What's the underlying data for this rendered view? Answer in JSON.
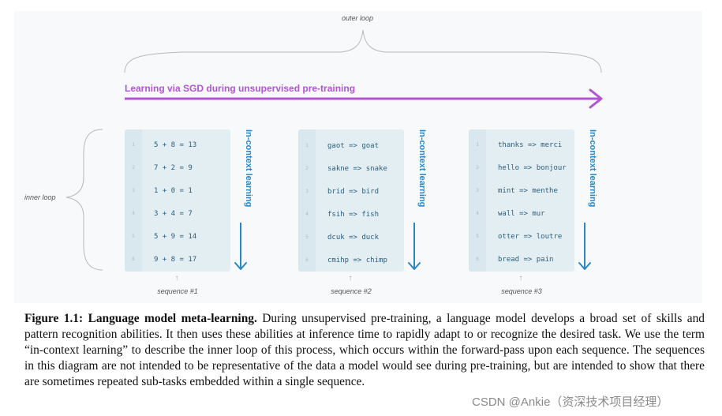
{
  "figure": {
    "outer_loop_label": "outer loop",
    "inner_loop_label": "inner loop",
    "sgd_label": "Learning via SGD during unsupervised pre-training",
    "icl_label": "In-context learning",
    "sgd_color": "#b155d3",
    "icl_color": "#2a86c5",
    "sequences": [
      {
        "label": "sequence #1",
        "rows": [
          {
            "num": "1",
            "text": "5 + 8 = 13"
          },
          {
            "num": "2",
            "text": "7 + 2 = 9"
          },
          {
            "num": "3",
            "text": "1 + 0 = 1"
          },
          {
            "num": "4",
            "text": "3 + 4 = 7"
          },
          {
            "num": "5",
            "text": "5 + 9 = 14"
          },
          {
            "num": "6",
            "text": "9 + 8 = 17"
          }
        ]
      },
      {
        "label": "sequence #2",
        "rows": [
          {
            "num": "1",
            "text": "gaot => goat"
          },
          {
            "num": "2",
            "text": "sakne => snake"
          },
          {
            "num": "3",
            "text": "brid => bird"
          },
          {
            "num": "4",
            "text": "fsih => fish"
          },
          {
            "num": "5",
            "text": "dcuk => duck"
          },
          {
            "num": "6",
            "text": "cmihp => chimp"
          }
        ]
      },
      {
        "label": "sequence #3",
        "rows": [
          {
            "num": "1",
            "text": "thanks => merci"
          },
          {
            "num": "2",
            "text": "hello => bonjour"
          },
          {
            "num": "3",
            "text": "mint => menthe"
          },
          {
            "num": "4",
            "text": "wall => mur"
          },
          {
            "num": "5",
            "text": "otter => loutre"
          },
          {
            "num": "6",
            "text": "bread => pain"
          }
        ]
      }
    ]
  },
  "caption": {
    "title": "Figure 1.1: Language model meta-learning.",
    "body": " During unsupervised pre-training, a language model develops a broad set of skills and pattern recognition abilities. It then uses these abilities at inference time to rapidly adapt to or recognize the desired task. We use the term “in-context learning” to describe the inner loop of this process, which occurs within the forward-pass upon each sequence. The sequences in this diagram are not intended to be representative of the data a model would see during pre-training, but are intended to show that there are sometimes repeated sub-tasks embedded within a single sequence."
  },
  "watermark": "CSDN @Ankie（资深技术项目经理）"
}
